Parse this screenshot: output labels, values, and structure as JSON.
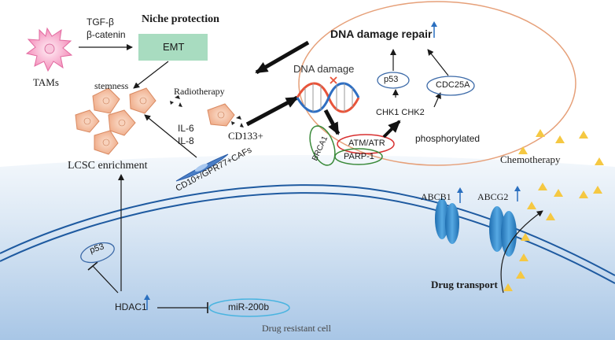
{
  "labels": {
    "tgf_beta": "TGF-β",
    "beta_catenin": "β-catenin",
    "tams": "TAMs",
    "niche_protection": "Niche protection",
    "emt": "EMT",
    "stemness": "stemness",
    "radiotherapy": "Radiotherapy",
    "il6": "IL-6",
    "il8": "IL-8",
    "cd133": "CD133+",
    "lcsc_enrichment": "LCSC enrichment",
    "cafs": "CD10+/GPR77+CAFs",
    "dna_damage_repair": "DNA damage repair",
    "dna_damage": "DNA damage",
    "p53_top": "p53",
    "cdc25a": "CDC25A",
    "chk1_chk2": "CHK1 CHK2",
    "phosphorylated": "phosphorylated",
    "brca1": "BRCA1",
    "atm_atr": "ATM/ATR",
    "parp1": "PARP-1",
    "chemotherapy": "Chemotherapy",
    "abcb1": "ABCB1",
    "abcg2": "ABCG2",
    "p53_membrane": "p53",
    "hdac1": "HDAC1",
    "mir200b": "miR-200b",
    "drug_transport": "Drug transport",
    "drug_resistant_cell": "Drug resistant cell"
  },
  "colors": {
    "cell_gradient_top": "#f4f8fc",
    "cell_gradient_bottom": "#a8c6e6",
    "membrane": "#1e5aa0",
    "emt_box": "#a8dcc0",
    "repair_circle": "#e6a079",
    "up_arrow": "#2a6fbf",
    "stem_cell": "#f1b592",
    "tam": "#f28ab8",
    "drug_triangle": "#f5c842",
    "transporter": "#3d8fd0",
    "caf": "#4b7fc7",
    "dna_strand_a": "#e8543a",
    "dna_strand_b": "#2f6fc2",
    "brca1_ring": "#3a8a3a",
    "atm_ring": "#d83030",
    "p53_ring": "#3c6aa8",
    "mir_ring": "#4ab4e0"
  }
}
